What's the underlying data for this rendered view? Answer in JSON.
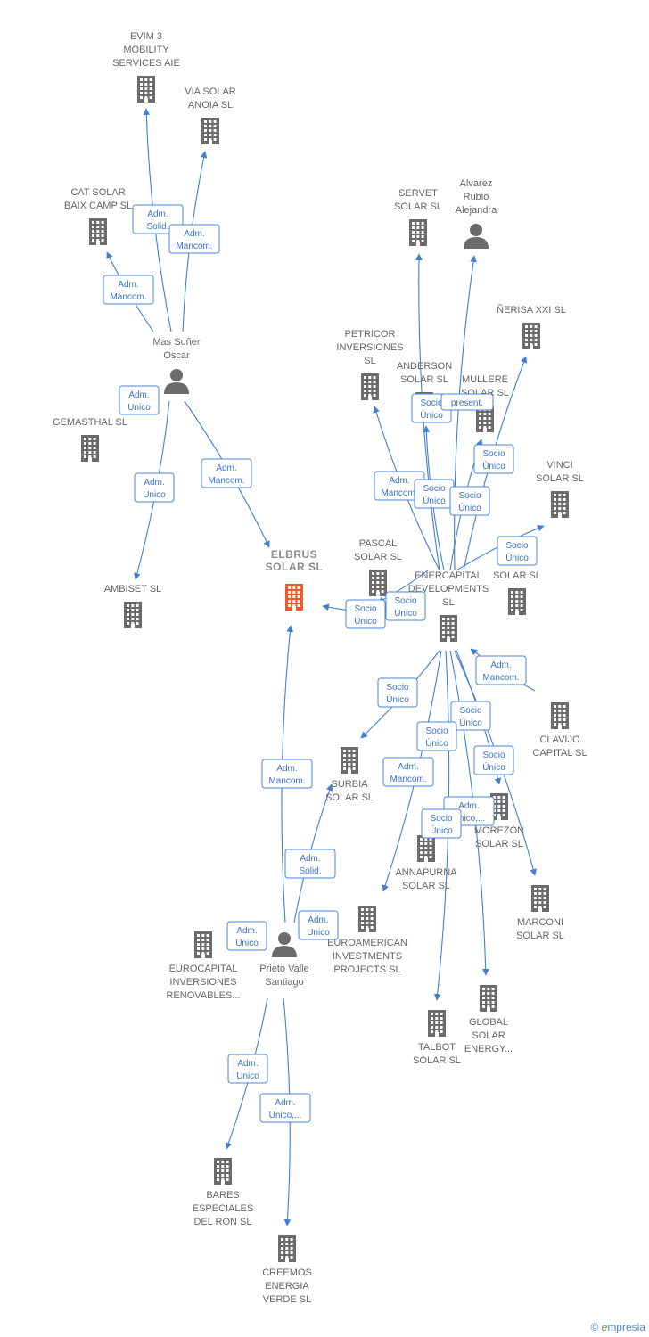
{
  "colors": {
    "building": "#6b6b6b",
    "focus": "#f05a28",
    "person": "#6b6b6b",
    "edge": "#3f7fd4"
  },
  "nodes": [
    {
      "id": "elbrus",
      "kind": "focus",
      "lines": [
        "ELBRUS",
        "SOLAR  SL"
      ]
    },
    {
      "id": "evim",
      "kind": "company",
      "lines": [
        "EVIM 3",
        "MOBILITY",
        "SERVICES AIE"
      ]
    },
    {
      "id": "viasolar",
      "kind": "company",
      "lines": [
        "VIA SOLAR",
        "ANOIA  SL"
      ]
    },
    {
      "id": "catsolar",
      "kind": "company",
      "lines": [
        "CAT SOLAR",
        "BAIX CAMP  SL"
      ]
    },
    {
      "id": "masoscar",
      "kind": "person",
      "lines": [
        "Mas Suñer",
        "Oscar"
      ]
    },
    {
      "id": "gemasthal",
      "kind": "company",
      "lines": [
        "GEMASTHAL SL"
      ]
    },
    {
      "id": "ambiset",
      "kind": "company",
      "lines": [
        "AMBISET SL"
      ]
    },
    {
      "id": "servet",
      "kind": "company",
      "lines": [
        "SERVET",
        "SOLAR  SL"
      ]
    },
    {
      "id": "alvarez",
      "kind": "person",
      "lines": [
        "Alvarez",
        "Rubio",
        "Alejandra"
      ]
    },
    {
      "id": "nerisa",
      "kind": "company",
      "lines": [
        "ÑERISA XXI  SL"
      ]
    },
    {
      "id": "petricor",
      "kind": "company",
      "lines": [
        "PETRICOR",
        "INVERSIONES",
        "SL"
      ]
    },
    {
      "id": "anderson",
      "kind": "company",
      "lines": [
        "ANDERSON",
        "SOLAR  SL"
      ]
    },
    {
      "id": "mullere",
      "kind": "company",
      "lines": [
        "MULLERE",
        "SOLAR  SL"
      ]
    },
    {
      "id": "vinci",
      "kind": "company",
      "lines": [
        "VINCI",
        "SOLAR  SL"
      ]
    },
    {
      "id": "pascal",
      "kind": "company",
      "lines": [
        "PASCAL",
        "SOLAR  SL"
      ]
    },
    {
      "id": "enercapital",
      "kind": "company",
      "lines": [
        "ENERCAPITAL",
        "DEVELOPMENTS",
        "SL"
      ]
    },
    {
      "id": "pegaces",
      "kind": "company",
      "lines": [
        "PE...ES",
        "SOLAR  SL"
      ]
    },
    {
      "id": "clavijo",
      "kind": "company",
      "lines": [
        "CLAVIJO",
        "CAPITAL  SL"
      ]
    },
    {
      "id": "surbia",
      "kind": "company",
      "lines": [
        "SURBIA",
        "SOLAR  SL"
      ]
    },
    {
      "id": "morezon",
      "kind": "company",
      "lines": [
        "MOREZON",
        "SOLAR  SL"
      ]
    },
    {
      "id": "annapurna",
      "kind": "company",
      "lines": [
        "ANNAPURNA",
        "SOLAR  SL"
      ]
    },
    {
      "id": "marconi",
      "kind": "company",
      "lines": [
        "MARCONI",
        "SOLAR  SL"
      ]
    },
    {
      "id": "euroamerican",
      "kind": "company",
      "lines": [
        "EUROAMERICAN",
        "INVESTMENTS",
        "PROJECTS  SL"
      ]
    },
    {
      "id": "eurocapital",
      "kind": "company",
      "lines": [
        "EUROCAPITAL",
        "INVERSIONES",
        "RENOVABLES..."
      ]
    },
    {
      "id": "prieto",
      "kind": "person",
      "lines": [
        "Prieto Valle",
        "Santiago"
      ]
    },
    {
      "id": "talbot",
      "kind": "company",
      "lines": [
        "TALBOT",
        "SOLAR  SL"
      ]
    },
    {
      "id": "global",
      "kind": "company",
      "lines": [
        "GLOBAL",
        "SOLAR",
        "ENERGY..."
      ]
    },
    {
      "id": "bares",
      "kind": "company",
      "lines": [
        "BARES",
        "ESPECIALES",
        "DEL RON SL"
      ]
    },
    {
      "id": "creemos",
      "kind": "company",
      "lines": [
        "CREEMOS",
        "ENERGIA",
        "VERDE  SL"
      ]
    }
  ],
  "relations": [
    {
      "lines": [
        "Adm.",
        "Solid."
      ]
    },
    {
      "lines": [
        "Adm.",
        "Mancom."
      ]
    },
    {
      "lines": [
        "Adm.",
        "Mancom."
      ]
    },
    {
      "lines": [
        "Adm.",
        "Unico"
      ]
    },
    {
      "lines": [
        "Adm.",
        "Unico"
      ]
    },
    {
      "lines": [
        "Adm.",
        "Mancom."
      ]
    },
    {
      "lines": [
        "Socio",
        "Único"
      ]
    },
    {
      "lines": [
        "present."
      ]
    },
    {
      "lines": [
        "Socio",
        "Único"
      ]
    },
    {
      "lines": [
        "Adm.",
        "Mancom."
      ]
    },
    {
      "lines": [
        "Socio",
        "Único"
      ]
    },
    {
      "lines": [
        "Socio",
        "Único"
      ]
    },
    {
      "lines": [
        "Socio",
        "Único"
      ]
    },
    {
      "lines": [
        "Socio",
        "Único"
      ]
    },
    {
      "lines": [
        "Socio",
        "Único"
      ]
    },
    {
      "lines": [
        "Adm.",
        "Mancom."
      ]
    },
    {
      "lines": [
        "Socio",
        "Único"
      ]
    },
    {
      "lines": [
        "Socio",
        "Único"
      ]
    },
    {
      "lines": [
        "Socio",
        "Único"
      ]
    },
    {
      "lines": [
        "Adm.",
        "Mancom."
      ]
    },
    {
      "lines": [
        "Socio",
        "Único"
      ]
    },
    {
      "lines": [
        "Adm.",
        "Unico,..."
      ]
    },
    {
      "lines": [
        "Socio",
        "Único"
      ]
    },
    {
      "lines": [
        "Adm.",
        "Mancom."
      ]
    },
    {
      "lines": [
        "Adm.",
        "Solid."
      ]
    },
    {
      "lines": [
        "Adm.",
        "Unico"
      ]
    },
    {
      "lines": [
        "Adm.",
        "Unico"
      ]
    },
    {
      "lines": [
        "Adm.",
        "Unico"
      ]
    },
    {
      "lines": [
        "Adm.",
        "Unico,..."
      ]
    }
  ],
  "footer": {
    "copyright": "©",
    "brand_initial": "e",
    "brand_rest": "mpresia"
  }
}
